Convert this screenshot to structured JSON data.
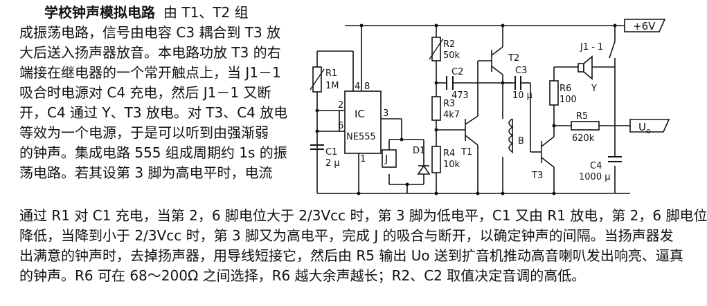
{
  "text": {
    "title": "学校钟声模拟电路",
    "lead": [
      "由 T1、T2 组",
      "成振荡电路，信号由电容 C3 耦合到 T3 放",
      "大后送入扬声器放音。本电路功放 T3 的右",
      "端接在继电器的一个常开触点上，当 J1－1",
      "吸合时电源对 C4 充电，然后 J1－1 又断",
      "开，C4 通过 Y、T3 放电。对 T3、C4 放电",
      "等效为一个电源，于是可以听到由强渐弱",
      "的钟声。集成电路 555 组成周期约 1s 的振",
      "荡电路。若其设第 3 脚为高电平时，电流"
    ],
    "full": [
      "通过 R1 对 C1 充电，当第 2，6 脚电位大于 2/3Vcc 时，第 3 脚为低电平，C1 又由 R1 放电，第 2，6 脚电位",
      "降低，当降到小于 2/3Vcc 时，第 3 脚又为高电平，完成 J 的吸合与断开，以确定钟声的间隔。当扬声器发",
      "出满意的钟声时，去掉扬声器，用导线短接它，然后由 R5 输出 Uo 送到扩音机推动高音喇叭发出响亮、逼真",
      "的钟声。R6 可在 68～200Ω 之间选择，R6 越大余声越长；R2、C2 取值决定音调的高低。"
    ]
  },
  "circuit": {
    "vcc": "+6V",
    "uo": "U",
    "uo_sub": "o",
    "r1": "R1",
    "r1_val": "1M",
    "c1": "C1",
    "c1_val": "2 μ",
    "ic": "IC",
    "ic_model": "NE555",
    "pin1": "1",
    "pin2": "2",
    "pin3": "3",
    "pin4": "4",
    "pin6": "6",
    "pin8": "8",
    "relay": "J",
    "d1": "D1",
    "r2": "R2",
    "r2_val": "50k",
    "c2": "C2",
    "c2_val": "473",
    "r3": "R3",
    "r3_val": "4k7",
    "r4": "R4",
    "r4_val": "10k",
    "t1": "T1",
    "t2": "T2",
    "b": "B",
    "c3": "C3",
    "c3_val": "10 μ",
    "t3": "T3",
    "j11": "J1 - 1",
    "r6": "R6",
    "r6_val": "100",
    "y": "Y",
    "r5": "R5",
    "r5_val": "620k",
    "c4": "C4",
    "c4_val": "1000 μ"
  }
}
